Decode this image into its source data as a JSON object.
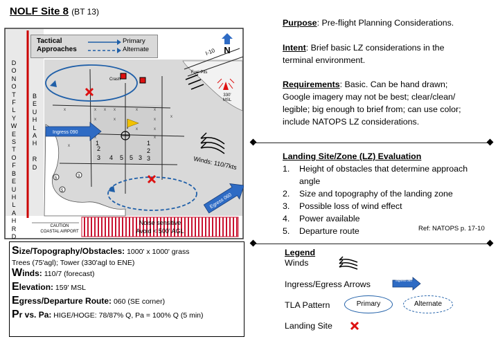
{
  "header": {
    "title": "NOLF Site 8",
    "subtitle": "(BT 13)"
  },
  "map": {
    "legend_box": {
      "label_line1": "Tactical",
      "label_line2": "Approaches",
      "primary": "Primary",
      "alternate": "Alternate"
    },
    "left_strip_1": "DO NOT FLY WEST OF BEUHLAH RD",
    "left_strip_2": "BEUHLAH RD",
    "north": "N",
    "road_label": "I-10",
    "fuel_pits": "Fuel Pits",
    "crash_label": "Crash",
    "tower_label": "330'\nMSL",
    "winds": "Winds: 110/7kts",
    "ingress": "Ingress 090",
    "egress": "Egress 060",
    "caution_line1": "CAUTION",
    "caution_line2": "COASTAL AIRPORT",
    "noise_line1": "Noise sensitive",
    "noise_line2": "Avoid < 500' AGL",
    "pad_numbers": [
      "1",
      "2",
      "3",
      "4",
      "5",
      "5",
      "3",
      "1",
      "2",
      "3"
    ],
    "small_numbers": [
      "5",
      "3",
      "5"
    ],
    "colors": {
      "approach_blue": "#1f5fa8",
      "ingress_blue": "#2e6bc4",
      "flag": "#f2c200",
      "red_marker": "#d11",
      "noise_stripe": "#c8102e"
    }
  },
  "purpose": {
    "label": "Purpose",
    "text": ": Pre-flight Planning Considerations."
  },
  "intent": {
    "label": "Intent",
    "text": ": Brief basic LZ considerations in the terminal environment."
  },
  "requirements": {
    "label": "Requirements",
    "text": ": Basic. Can be hand drawn; Google imagery may not be best; clear/clean/ legible; big enough to brief from; can use color; include NATOPS LZ considerations."
  },
  "lz_eval": {
    "title": "Landing Site/Zone (LZ) Evaluation",
    "items": [
      {
        "num": "1.",
        "text": "Height of obstacles that determine approach angle"
      },
      {
        "num": "2.",
        "text": "Size and topography of the landing zone"
      },
      {
        "num": "3.",
        "text": "Possible loss of wind effect"
      },
      {
        "num": "4.",
        "text": "Power available"
      },
      {
        "num": "5.",
        "text": "Departure route"
      }
    ],
    "ref": "Ref:  NATOPS p. 17-10"
  },
  "info": {
    "size_cap": "S",
    "size_label": "ize/Topography/Obstacles:",
    "size_value": " 1000' x 1000' grass",
    "size_line2": "Trees (75'agl); Tower (330'agl to ENE)",
    "winds_cap": "W",
    "winds_label": "inds:",
    "winds_value": " 110/7 (forecast)",
    "elev_cap": "E",
    "elev_label": "levation:",
    "elev_value": " 159' MSL",
    "egress_cap": "E",
    "egress_label": "gress/Departure Route:",
    "egress_value": " 060 (SE corner)",
    "pr_cap": "P",
    "pr_label": "r vs. Pa:",
    "pr_value": " HIGE/HOGE: 78/87% Q, Pa  = 100% Q (5 min)"
  },
  "legend": {
    "title": "Legend",
    "winds": "Winds",
    "arrows": "Ingress/Egress Arrows",
    "arrow_sample": "Ingress 090",
    "tla": "TLA Pattern",
    "primary": "Primary",
    "alternate": "Alternate",
    "landing": "Landing Site"
  }
}
